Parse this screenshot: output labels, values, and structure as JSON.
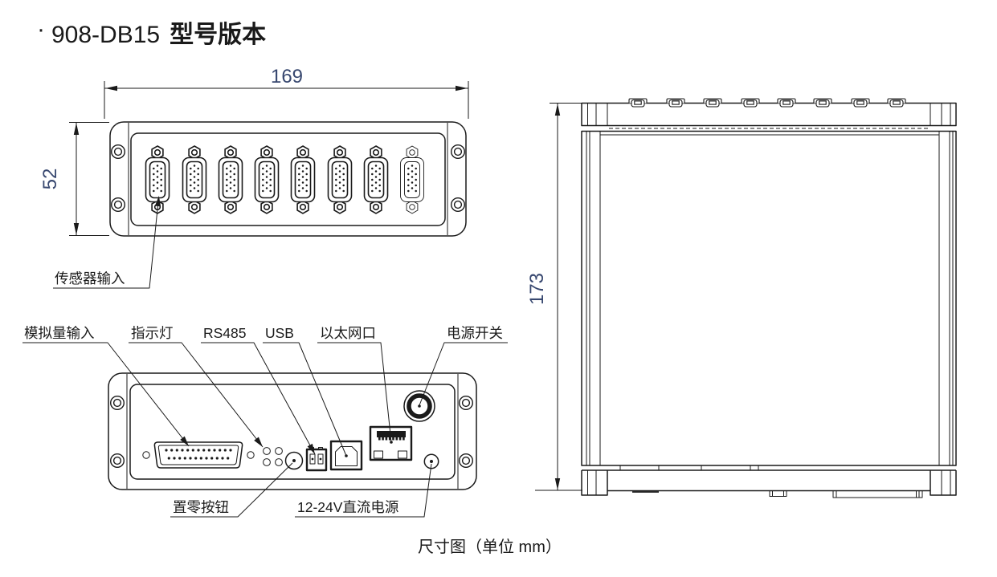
{
  "title": {
    "bullet": "·",
    "model": "908-DB15",
    "suffix": "型号版本"
  },
  "caption": "尺寸图（单位 mm）",
  "front_view": {
    "width_dim": "169",
    "height_dim": "52",
    "sensor_input_label": "传感器输入",
    "connector_count": 8
  },
  "rear_view": {
    "labels": {
      "analog_input": "模拟量输入",
      "indicator": "指示灯",
      "rs485": "RS485",
      "usb": "USB",
      "ethernet": "以太网口",
      "power_switch": "电源开关",
      "zero_button": "置零按钮",
      "dc_power": "12-24V直流电源"
    }
  },
  "top_view": {
    "depth_dim": "173"
  },
  "colors": {
    "line": "#1a1a1a",
    "dim_text": "#37476f",
    "background": "#ffffff"
  }
}
